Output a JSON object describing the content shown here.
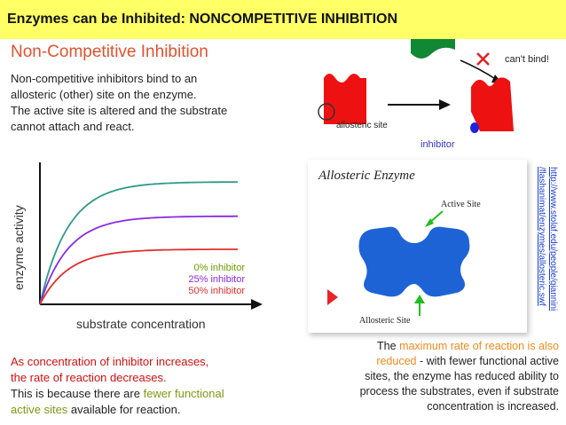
{
  "header": {
    "title": "Enzymes can be Inhibited: NONCOMPETITIVE INHIBITION"
  },
  "left": {
    "heading": "Non-Competitive Inhibition",
    "intro_lines": [
      "Non-competitive inhibitors bind to an",
      "allosteric (other) site on the enzyme.",
      "The active site is altered and the substrate",
      "cannot attach and react."
    ],
    "conclusion": {
      "line1": "As concentration of inhibitor increases,",
      "line2": "the rate of reaction decreases.",
      "line3_prefix": "This is because there are ",
      "line3_highlight": "fewer functional",
      "line4_highlight": "active sites",
      "line4_suffix": " available for reaction."
    }
  },
  "chart_data": {
    "type": "line",
    "xlabel": "substrate concentration",
    "ylabel": "enzyme activity",
    "series": [
      {
        "name": "0% inhibitor",
        "color": "#2f9a8a",
        "plateau": 1.0
      },
      {
        "name": "25% inhibitor",
        "color": "#8a2be2",
        "plateau": 0.72
      },
      {
        "name": "50% inhibitor",
        "color": "#e03030",
        "plateau": 0.45
      }
    ]
  },
  "bind_diagram": {
    "cant_bind": "can't bind!",
    "allosteric_site": "allosteric site",
    "inhibitor": "inhibitor",
    "colors": {
      "enzyme": "#ee1111",
      "substrate": "#118833",
      "inhibitor": "#2222dd",
      "cross": "#dd2222"
    }
  },
  "allosteric_panel": {
    "title": "Allosteric Enzyme",
    "active_site": "Active Site",
    "allosteric_site": "Allosteric Site",
    "colors": {
      "enzyme": "#1e63d6",
      "arrow": "#22bb22",
      "marker": "#e8232a"
    }
  },
  "link": {
    "line1": "http://www.stolaf.edu/people/giannini",
    "line2": "/flashanimat/enzymes/allosteric.swf"
  },
  "explanation": {
    "p1": "The ",
    "p2": "maximum rate of reaction is also",
    "p3": "reduced",
    "p4": " - with fewer functional active",
    "l3": "sites, the enzyme has reduced ability to",
    "l4": "process the substrates, even if substrate",
    "l5": "concentration is increased."
  }
}
